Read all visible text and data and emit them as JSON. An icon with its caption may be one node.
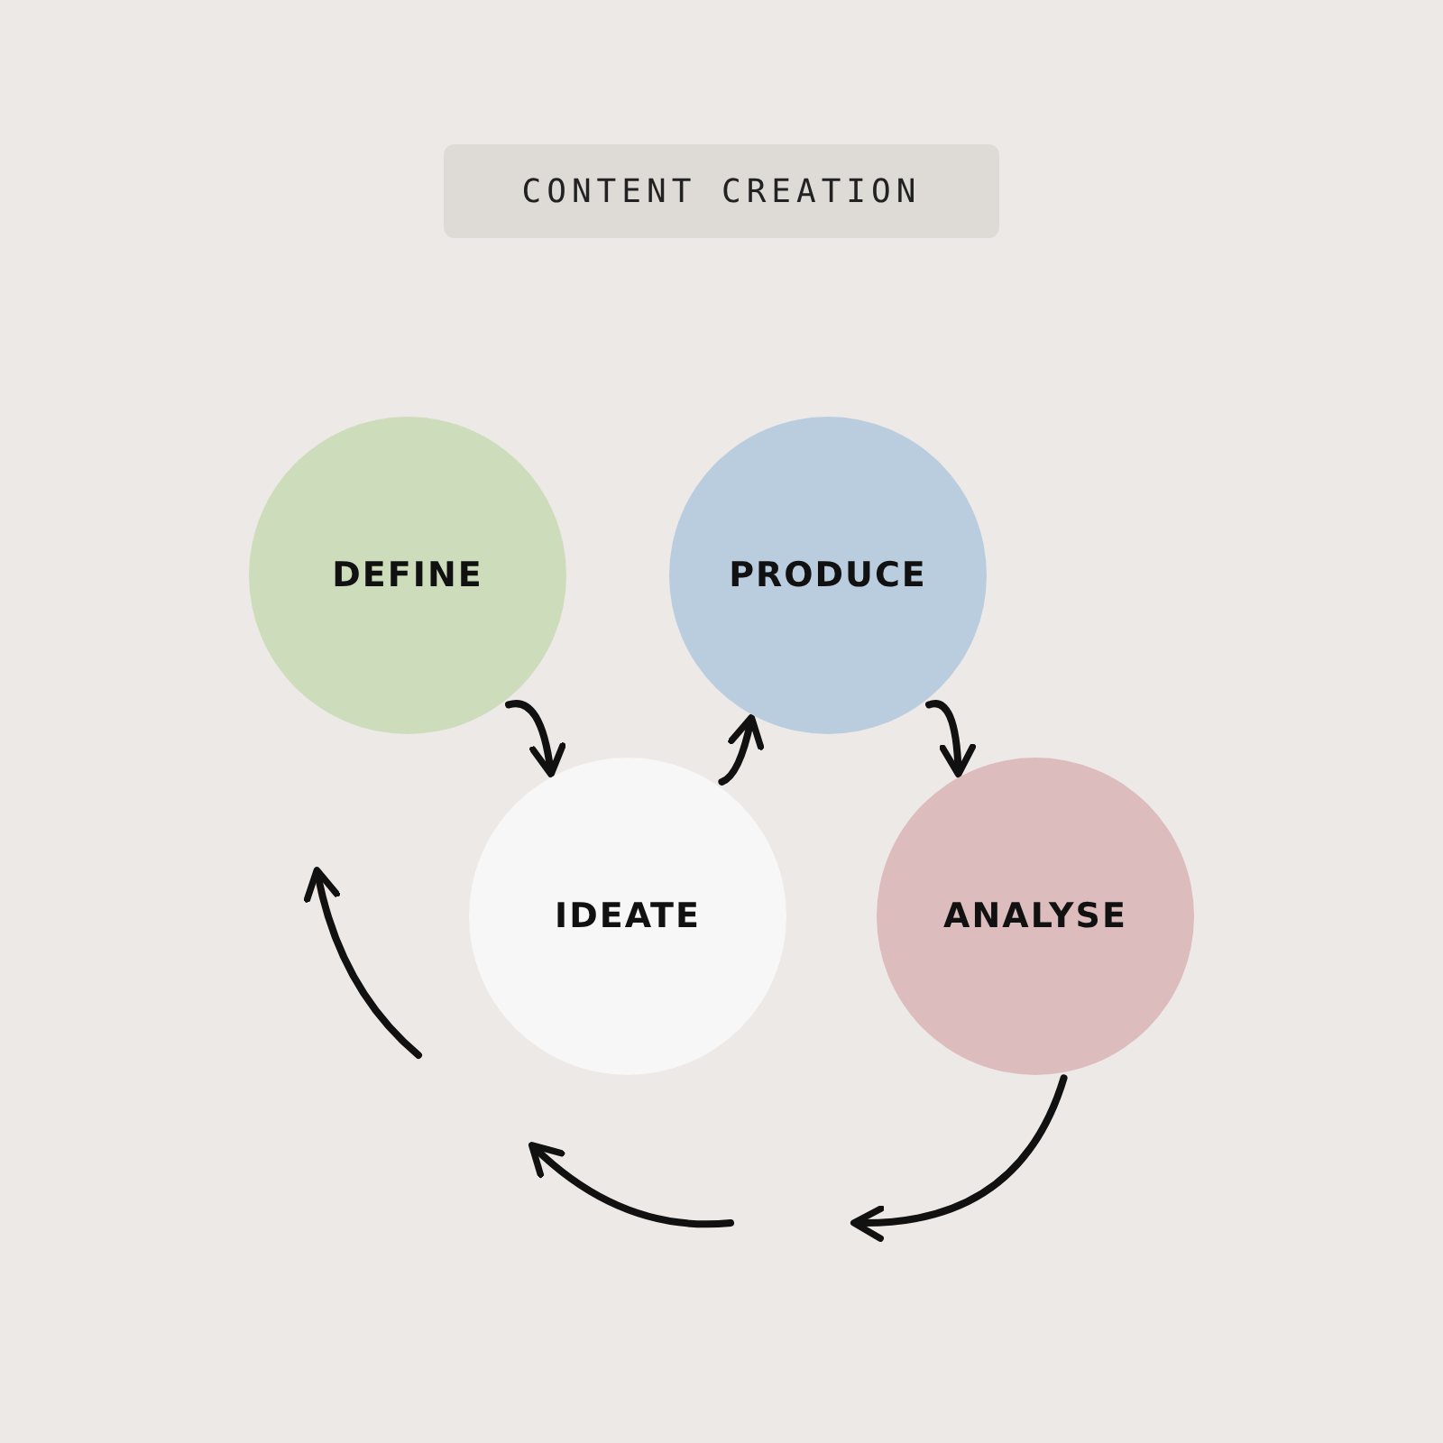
{
  "diagram": {
    "title": "CONTENT CREATION",
    "nodes": [
      {
        "text": [
          "DEFINE"
        ]
      },
      {
        "text": [
          "PRODUCE"
        ]
      },
      {
        "text": [
          "IDEATE"
        ]
      },
      {
        "text": [
          "ANALYSE"
        ]
      }
    ],
    "edges": [
      {
        "from": 0,
        "to": 2,
        "arrow": "to"
      },
      {
        "from": 2,
        "to": 1,
        "arrow": "to"
      },
      {
        "from": 1,
        "to": 3,
        "arrow": "to"
      },
      {
        "from": 3,
        "to": null,
        "arrow": "to"
      }
    ]
  }
}
